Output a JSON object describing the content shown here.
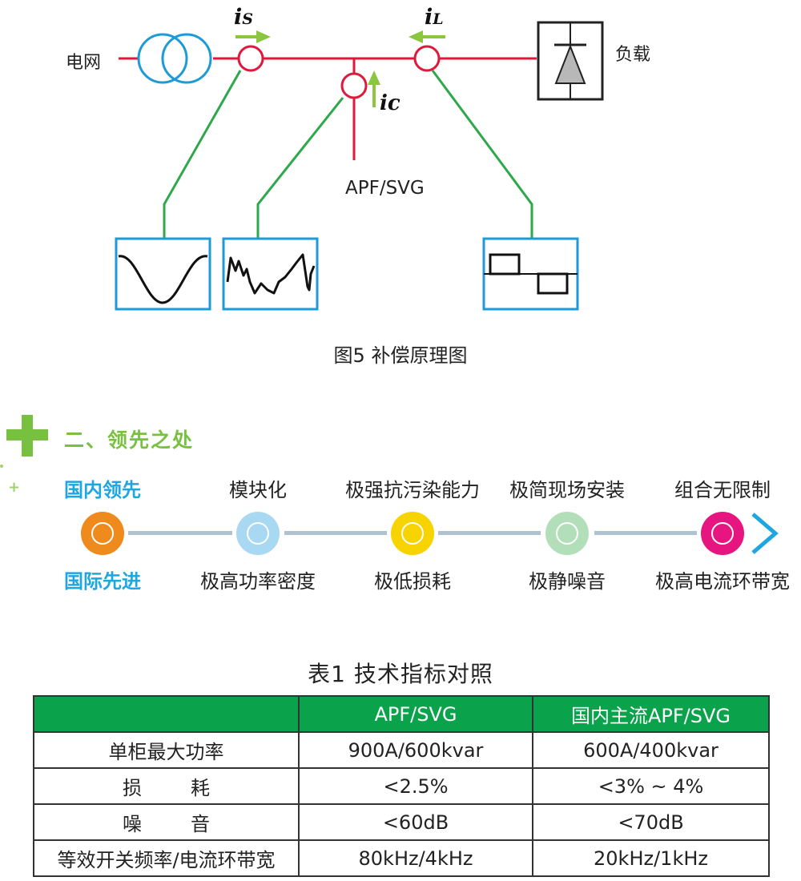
{
  "diagram": {
    "grid_label": "电网",
    "load_label": "负载",
    "apf_label": "APF/SVG",
    "current_labels": {
      "is_main": "i",
      "is_sub": "S",
      "il_main": "i",
      "il_sub": "L",
      "ic": "ic"
    },
    "caption": "图5  补偿原理图",
    "colors": {
      "bus": "#e0193c",
      "signal": "#2da84a",
      "transformer": "#1e9ad6",
      "arrow": "#8cc63f",
      "box": "#1e9ad6"
    }
  },
  "section": {
    "title": "二、领先之处",
    "plus_icon": "plus-icon",
    "top_labels": [
      "国内领先",
      "模块化",
      "极强抗污染能力",
      "极简现场安装",
      "组合无限制"
    ],
    "bottom_labels": [
      "国际先进",
      "极高功率密度",
      "极低损耗",
      "极静噪音",
      "极高电流环带宽"
    ],
    "dot_colors": [
      "#ef8a1c",
      "#a8d8f2",
      "#f7d300",
      "#b2dfb9",
      "#e6157f"
    ],
    "arrow_icon": "chevron-right-icon"
  },
  "table": {
    "title": "表1   技术指标对照",
    "headers": [
      "",
      "APF/SVG",
      "国内主流APF/SVG"
    ],
    "rows": [
      [
        "单柜最大功率",
        "900A/600kvar",
        "600A/400kvar"
      ],
      [
        "损        耗",
        "<2.5%",
        "<3% ~ 4%"
      ],
      [
        "噪        音",
        "<60dB",
        "<70dB"
      ],
      [
        "等效开关频率/电流环带宽",
        "80kHz/4kHz",
        "20kHz/1kHz"
      ]
    ]
  }
}
